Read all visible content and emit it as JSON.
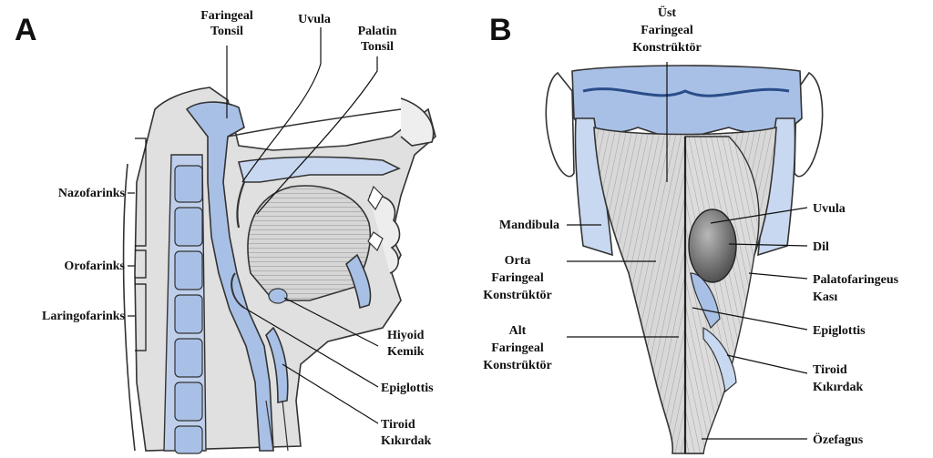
{
  "panels": {
    "a": {
      "letter": "A",
      "labels": {
        "faringeal_tonsil": [
          "Faringeal",
          "Tonsil"
        ],
        "uvula": [
          "Uvula"
        ],
        "palatin_tonsil": [
          "Palatin",
          "Tonsil"
        ],
        "nazofarinks": [
          "Nazofarinks"
        ],
        "orofarinks": [
          "Orofarinks"
        ],
        "laringofarinks": [
          "Laringofarinks"
        ],
        "hiyoid_kemik": [
          "Hiyoid",
          "Kemik"
        ],
        "epiglottis": [
          "Epiglottis"
        ],
        "tiroid_kikirdak": [
          "Tiroid",
          "Kıkırdak"
        ]
      }
    },
    "b": {
      "letter": "B",
      "labels": {
        "ust_faringeal_konstruktor": [
          "Üst",
          "Faringeal",
          "Konstrüktör"
        ],
        "mandibula": [
          "Mandibula"
        ],
        "orta_faringeal_konstruktor": [
          "Orta",
          "Faringeal",
          "Konstrüktör"
        ],
        "alt_faringeal_konstruktor": [
          "Alt",
          "Faringeal",
          "Konstrüktör"
        ],
        "uvula": [
          "Uvula"
        ],
        "dil": [
          "Dil"
        ],
        "palatofaringeus_kasi": [
          "Palatofaringeus",
          "Kası"
        ],
        "epiglottis": [
          "Epiglottis"
        ],
        "tiroid_kikirdak": [
          "Tiroid",
          "Kıkırdak"
        ],
        "ozefagus": [
          "Özefagus"
        ]
      }
    }
  },
  "colors": {
    "mucosa_blue": "#a9c0e6",
    "light_blue": "#c8d8f1",
    "tissue_grey": "#e0e0e0",
    "tongue_grey": "#d3d3d3",
    "ink": "#111111"
  }
}
